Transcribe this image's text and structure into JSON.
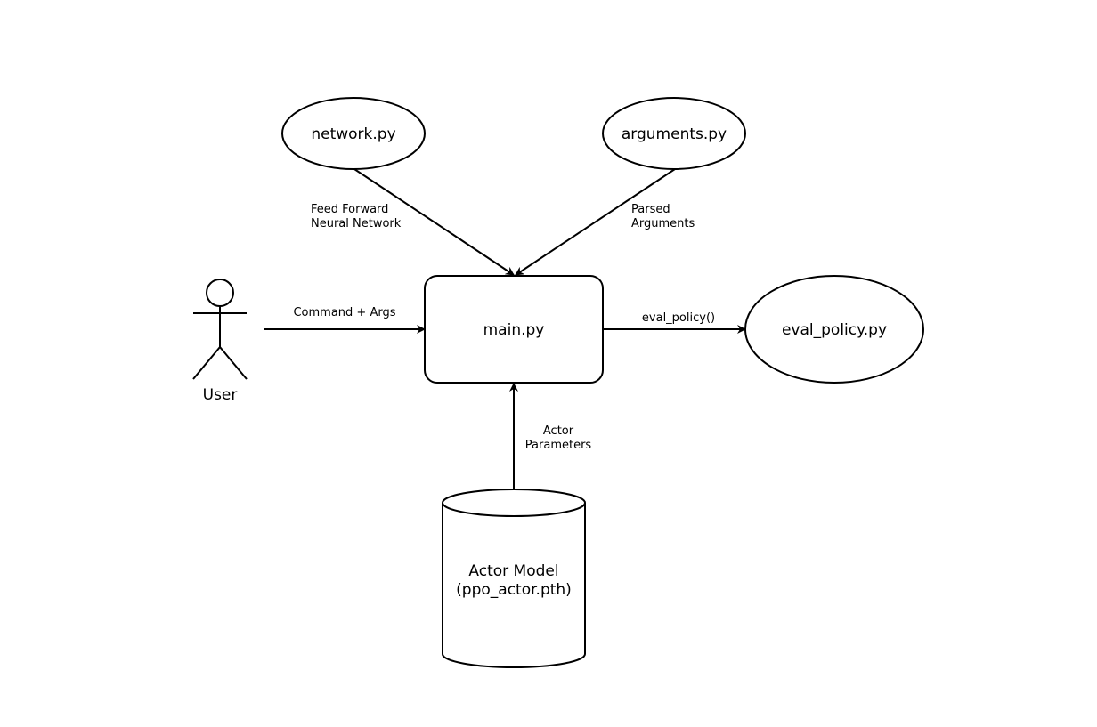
{
  "nodes": {
    "network": {
      "label": "network.py"
    },
    "arguments": {
      "label": "arguments.py"
    },
    "main": {
      "label": "main.py"
    },
    "eval_policy": {
      "label": "eval_policy.py"
    },
    "actor_model": {
      "label_line1": "Actor Model",
      "label_line2": "(ppo_actor.pth)"
    },
    "user": {
      "label": "User"
    }
  },
  "edges": {
    "network_to_main": {
      "line1": "Feed Forward",
      "line2": "Neural Network"
    },
    "arguments_to_main": {
      "line1": "Parsed",
      "line2": "Arguments"
    },
    "user_to_main": {
      "label": "Command + Args"
    },
    "main_to_eval": {
      "label": "eval_policy()"
    },
    "actor_to_main": {
      "line1": "Actor",
      "line2": "Parameters"
    }
  },
  "colors": {
    "stroke": "#000000",
    "fill": "#ffffff",
    "background": "#ffffff"
  }
}
